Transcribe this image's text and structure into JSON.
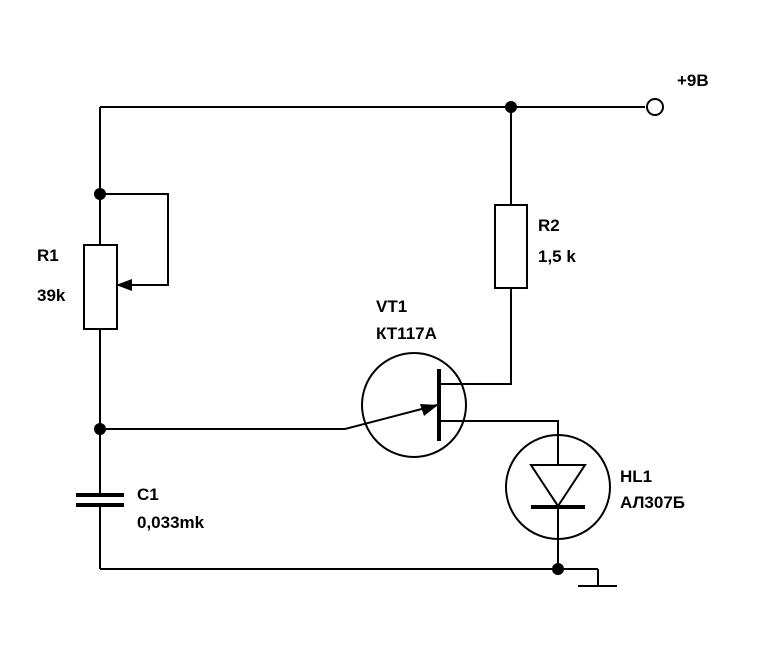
{
  "supply": {
    "label": "+9В"
  },
  "components": {
    "r1": {
      "name": "R1",
      "value": "39k"
    },
    "r2": {
      "name": "R2",
      "value": "1,5 k"
    },
    "vt1": {
      "name": "VT1",
      "value": "КТ117А"
    },
    "c1": {
      "name": "C1",
      "value": "0,033mk"
    },
    "hl1": {
      "name": "HL1",
      "value": "АЛ307Б"
    }
  }
}
